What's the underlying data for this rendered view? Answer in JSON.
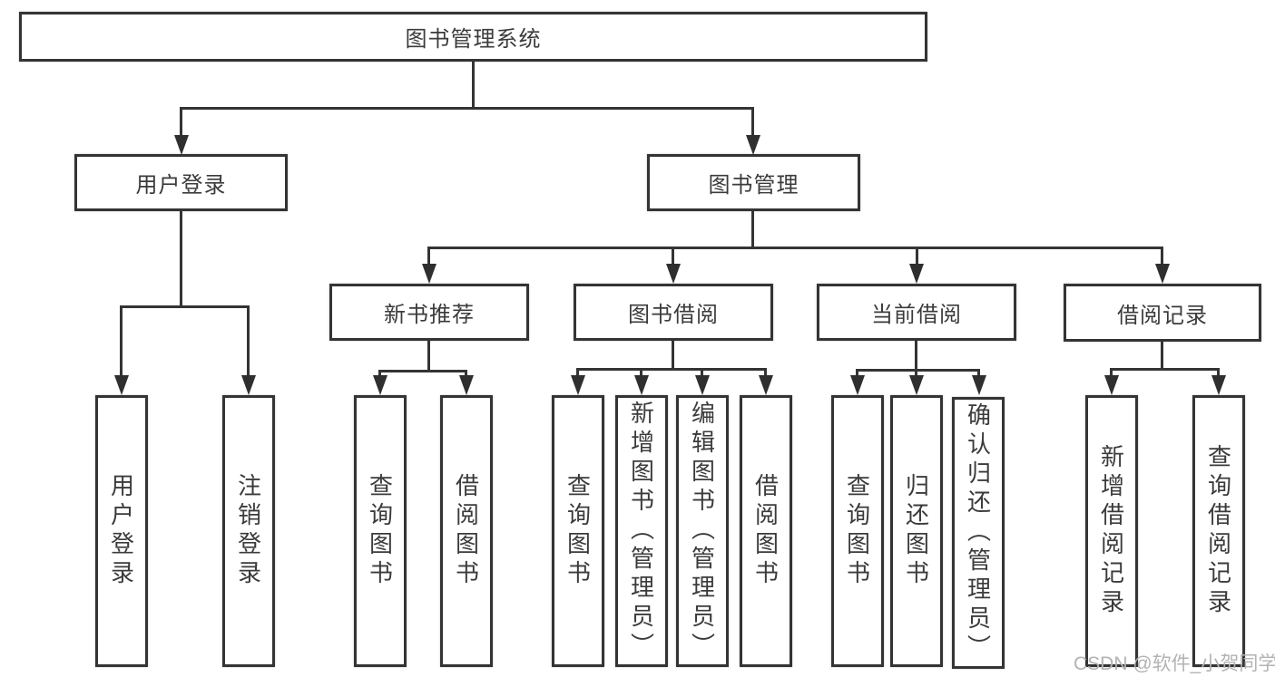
{
  "diagram": {
    "root": {
      "label": "图书管理系统"
    },
    "branches": [
      {
        "label": "用户登录",
        "children": [
          {
            "label": "用户登录"
          },
          {
            "label": "注销登录"
          }
        ]
      },
      {
        "label": "图书管理",
        "children": [
          {
            "label": "新书推荐",
            "children": [
              {
                "label": "查询图书"
              },
              {
                "label": "借阅图书"
              }
            ]
          },
          {
            "label": "图书借阅",
            "children": [
              {
                "label": "查询图书"
              },
              {
                "label": "新增图书（管理员）"
              },
              {
                "label": "编辑图书（管理员）"
              },
              {
                "label": "借阅图书"
              }
            ]
          },
          {
            "label": "当前借阅",
            "children": [
              {
                "label": "查询图书"
              },
              {
                "label": "归还图书"
              },
              {
                "label": "确认归还（管理员）"
              }
            ]
          },
          {
            "label": "借阅记录",
            "children": [
              {
                "label": "新增借阅记录"
              },
              {
                "label": "查询借阅记录"
              }
            ]
          }
        ]
      }
    ]
  },
  "watermark": {
    "text": "CSDN @软件_小贺同学"
  },
  "colors": {
    "line": "#343434",
    "text": "#3b3b3b",
    "background": "#ffffff",
    "watermark": "#b3b3b3"
  }
}
